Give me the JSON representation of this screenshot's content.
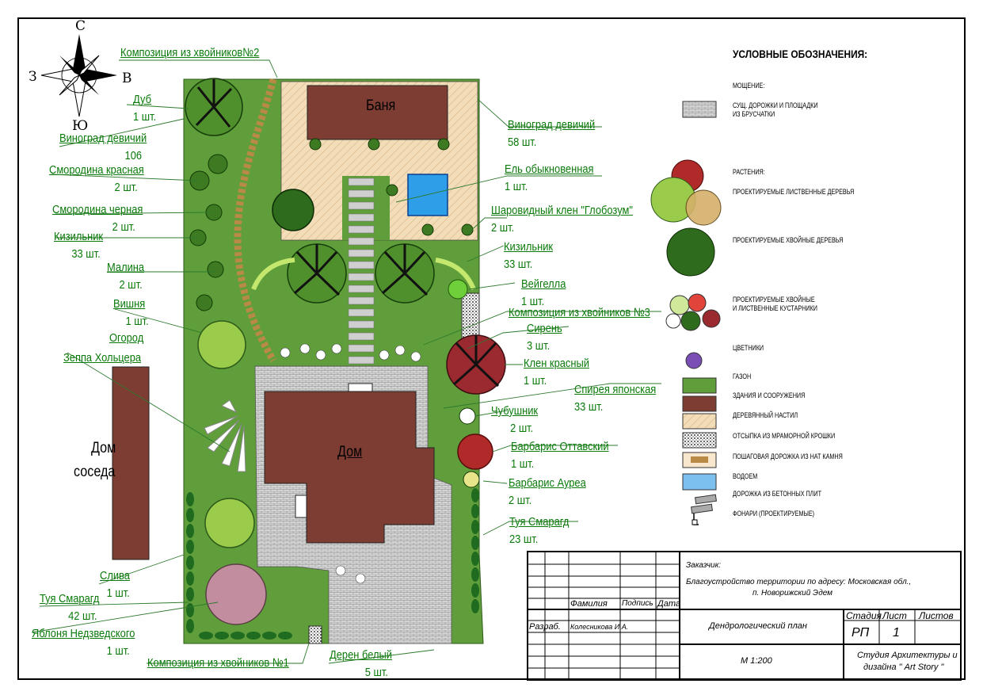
{
  "compass": {
    "north": "С",
    "south": "Ю",
    "west": "З",
    "east": "В"
  },
  "buildings": {
    "banya": "Баня",
    "house": "Дом",
    "neighbor_l1": "Дом",
    "neighbor_l2": "соседа"
  },
  "labels": {
    "comp2": "Композиция из хвойников№2",
    "dub_name": "Дуб",
    "dub_qty": "1 шт.",
    "vinograd_l_name": "Виноград девичий",
    "vinograd_l_qty": "106",
    "smorod_red_name": "Смородина красная",
    "smorod_red_qty": "2 шт.",
    "smorod_black_name": "Смородина черная",
    "smorod_black_qty": "2 шт.",
    "kizil_l_name": "Кизильник",
    "kizil_l_qty": "33 шт.",
    "malina_name": "Малина",
    "malina_qty": "2 шт.",
    "vishnya_name": "Вишня",
    "vishnya_qty": "1 шт.",
    "ogorod": "Огород",
    "zeppa": "Зеппа Хольцера",
    "sliva_name": "Слива",
    "sliva_qty": "1 шт.",
    "tuya_l_name": "Туя Смарагд",
    "tuya_l_qty": "42 шт.",
    "yablonya_name": "Яблоня Недзведского",
    "yablonya_qty": "1 шт.",
    "comp1": "Композиция из хвойников №1",
    "deren_name": "Дерен белый",
    "deren_qty": "5 шт.",
    "vinograd_r_name": "Виноград девичий",
    "vinograd_r_qty": "58 шт.",
    "el_name": "Ель обыкновенная",
    "el_qty": "1 шт.",
    "klen_glob_name": "Шаровидный клен \"Глобозум\"",
    "klen_glob_qty": "2 шт.",
    "kizil_r_name": "Кизильник",
    "kizil_r_qty": "33 шт.",
    "veigela_name": "Вейгелла",
    "veigela_qty": "1 шт.",
    "comp3": "Композиция из хвойников №3",
    "siren_name": "Сирень",
    "siren_qty": "3 шт.",
    "klen_red_name": "Клен красный",
    "klen_red_qty": "1 шт.",
    "spireya_name": "Спирея японская",
    "spireya_qty": "33 шт.",
    "chubushnik_name": "Чубушник",
    "chubushnik_qty": "2 шт.",
    "barb_ott_name": "Барбарис Оттавский",
    "barb_ott_qty": "1 шт.",
    "barb_aur_name": "Барбарис Ауреа",
    "barb_aur_qty": "2 шт.",
    "tuya_r_name": "Туя Смарагд",
    "tuya_r_qty": "23 шт."
  },
  "legend": {
    "title": "УСЛОВНЫЕ ОБОЗНАЧЕНИЯ:",
    "paving_head": "МОЩЕНИЕ:",
    "paving": "СУЩ. ДОРОЖКИ И ПЛОЩАДКИ\nИЗ БРУСЧАТКИ",
    "plants_head": "РАСТЕНИЯ:",
    "decid_trees": "ПРОЕКТИРУЕМЫЕ  ЛИСТВЕННЫЕ ДЕРЕВЬЯ",
    "conif_trees": "ПРОЕКТИРУЕМЫЕ  ХВОЙНЫЕ ДЕРЕВЬЯ",
    "shrubs": "ПРОЕКТИРУЕМЫЕ ХВОЙНЫЕ\nИ ЛИСТВЕННЫЕ КУСТАРНИКИ",
    "flowerbeds": "ЦВЕТНИКИ",
    "lawn": "ГАЗОН",
    "buildings": "ЗДАНИЯ И СООРУЖЕНИЯ",
    "deck": "ДЕРЕВЯННЫЙ НАСТИЛ",
    "marble": "ОТСЫПКА ИЗ МРАМОРНОЙ КРОШКИ",
    "stepping": "ПОШАГОВАЯ ДОРОЖКА ИЗ НАТ КАМНЯ",
    "water": "ВОДОЕМ",
    "concrete": "ДОРОЖКА ИЗ БЕТОННЫХ ПЛИТ",
    "lamps": "ФОНАРИ (ПРОЕКТИРУЕМЫЕ)"
  },
  "title_block": {
    "customer_label": "Заказчик:",
    "project_l1": "Благоустройство территории   по адресу: Московская обл.,",
    "project_l2": "п. Новорижский Эдем",
    "col_surname": "Фамилия",
    "col_sign": "Подпись",
    "col_date": "Дата",
    "developer_label": "Разраб.",
    "developer_name": "Колесникова И.А.",
    "sheet_title": "Дендрологический план",
    "stage_label": "Стадия",
    "sheet_label": "Лист",
    "sheets_label": "Листов",
    "stage_value": "РП",
    "sheet_value": "1",
    "scale": "М 1:200",
    "studio_l1": "Студия Архитектуры и",
    "studio_l2": "дизайна \" Art Story \""
  },
  "colors": {
    "lawn": "#5f9e3a",
    "building": "#7d3d33",
    "deck": "#f3dcb8",
    "water": "#2f9ee8",
    "label": "#0a7a0a",
    "paving": "#c9c9c9"
  }
}
